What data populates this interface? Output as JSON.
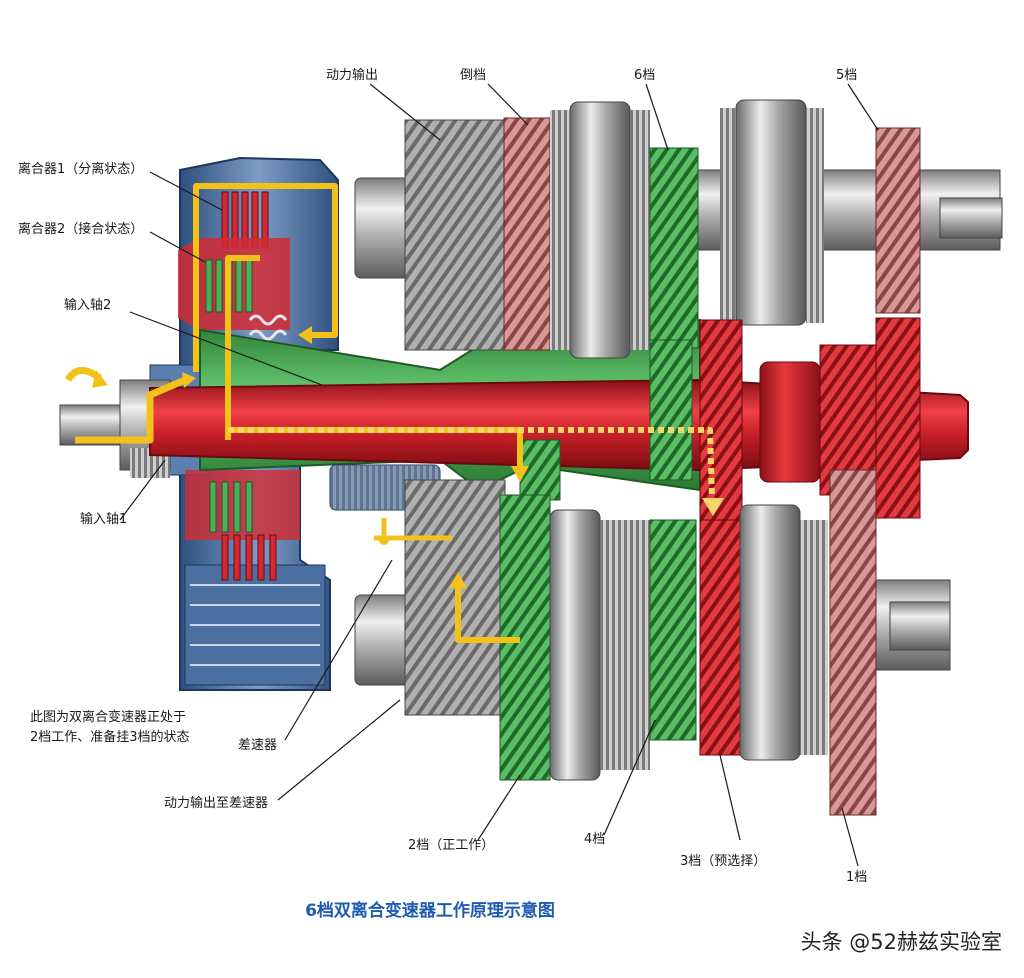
{
  "labels": {
    "power_output": "动力输出",
    "reverse_gear": "倒档",
    "gear6": "6档",
    "gear5": "5档",
    "clutch1": "离合器1（分离状态）",
    "clutch2": "离合器2（接合状态）",
    "input_shaft2": "输入轴2",
    "input_shaft1": "输入轴1",
    "differential": "差速器",
    "output_to_differential": "动力输出至差速器",
    "gear2": "2档（正工作）",
    "gear4": "4档",
    "gear3": "3档（预选择）",
    "gear1": "1档"
  },
  "note": "此图为双离合变速器正处于2档工作、准备挂3档的状态",
  "caption": "6档双离合变速器工作原理示意图",
  "watermark": "头条 @52赫兹实验室",
  "colors": {
    "red_component": "#c8202a",
    "green_component": "#3a9a45",
    "blue_housing": "#4a6fa0",
    "power_flow": "#f2c21b",
    "caption": "#1e5bb0"
  }
}
